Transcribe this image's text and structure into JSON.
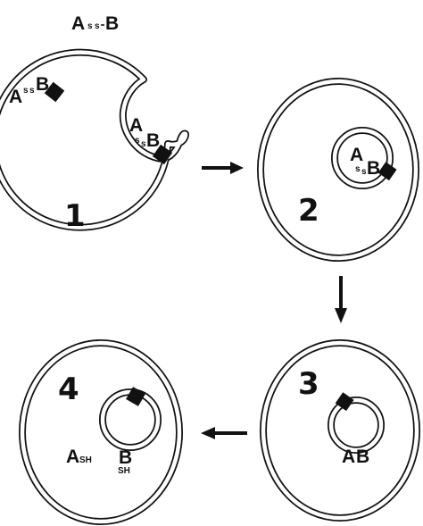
{
  "colors": {
    "ink": "#111111",
    "background": "#ffffff"
  },
  "toxin": {
    "free": {
      "a": "A",
      "s1": "s",
      "s2": "s",
      "b": "B"
    },
    "bound": {
      "a": "A",
      "s1": "s",
      "s2": "s",
      "b": "B"
    },
    "endocytosing": {
      "a": "A",
      "s1": "s",
      "s2": "s",
      "b": "B"
    },
    "endosome": {
      "a": "A",
      "s1": "s",
      "s2": "s",
      "b": "B"
    },
    "vesicle3": {
      "a": "A",
      "b": "B"
    },
    "released": {
      "a": "A",
      "a_sub": "SH",
      "b": "B",
      "b_sub": "SH"
    }
  },
  "steps": [
    {
      "number": "1"
    },
    {
      "number": "2"
    },
    {
      "number": "3"
    },
    {
      "number": "4"
    }
  ],
  "icons": [
    "receptor-icon",
    "arrow-right-icon",
    "arrow-down-icon",
    "arrow-left-icon"
  ]
}
